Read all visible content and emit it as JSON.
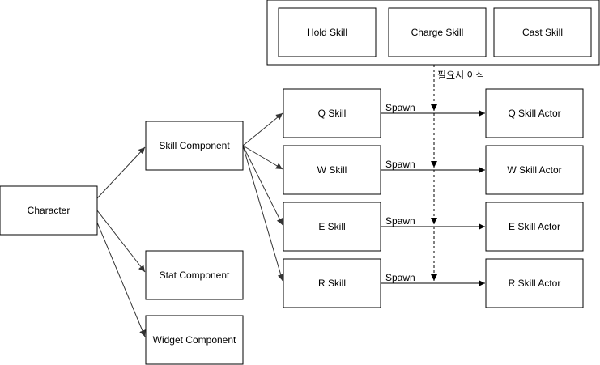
{
  "nodes": {
    "character": "Character",
    "skill_component": "Skill Component",
    "stat_component": "Stat Component",
    "widget_component": "Widget Component",
    "q_skill": "Q Skill",
    "w_skill": "W Skill",
    "e_skill": "E Skill",
    "r_skill": "R Skill",
    "q_actor": "Q Skill Actor",
    "w_actor": "W Skill Actor",
    "e_actor": "E Skill Actor",
    "r_actor": "R Skill Actor",
    "hold_skill": "Hold Skill",
    "charge_skill": "Charge Skill",
    "cast_skill": "Cast Skill"
  },
  "edge_labels": {
    "spawn_q": "Spawn",
    "spawn_w": "Spawn",
    "spawn_e": "Spawn",
    "spawn_r": "Spawn",
    "migrate_note": "필요시 이식"
  },
  "colors": {
    "box_stroke": "#000000",
    "edge_stroke": "#333333"
  }
}
